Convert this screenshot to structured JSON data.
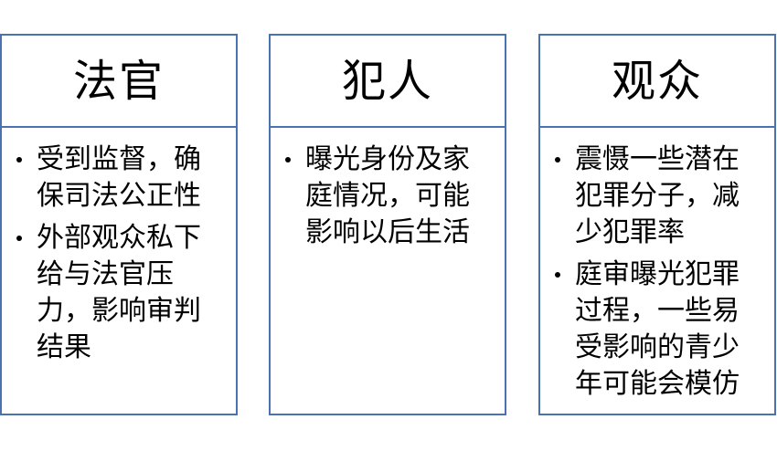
{
  "accent_color": "#4a72b0",
  "columns": [
    {
      "title": "法官",
      "bullets": [
        "受到监督，确保司法公正性",
        "外部观众私下给与法官压力，影响审判结果"
      ]
    },
    {
      "title": "犯人",
      "bullets": [
        "曝光身份及家庭情况，可能影响以后生活"
      ]
    },
    {
      "title": "观众",
      "bullets": [
        "震慑一些潜在犯罪分子，减少犯罪率",
        "庭审曝光犯罪过程，一些易受影响的青少年可能会模仿"
      ]
    }
  ]
}
